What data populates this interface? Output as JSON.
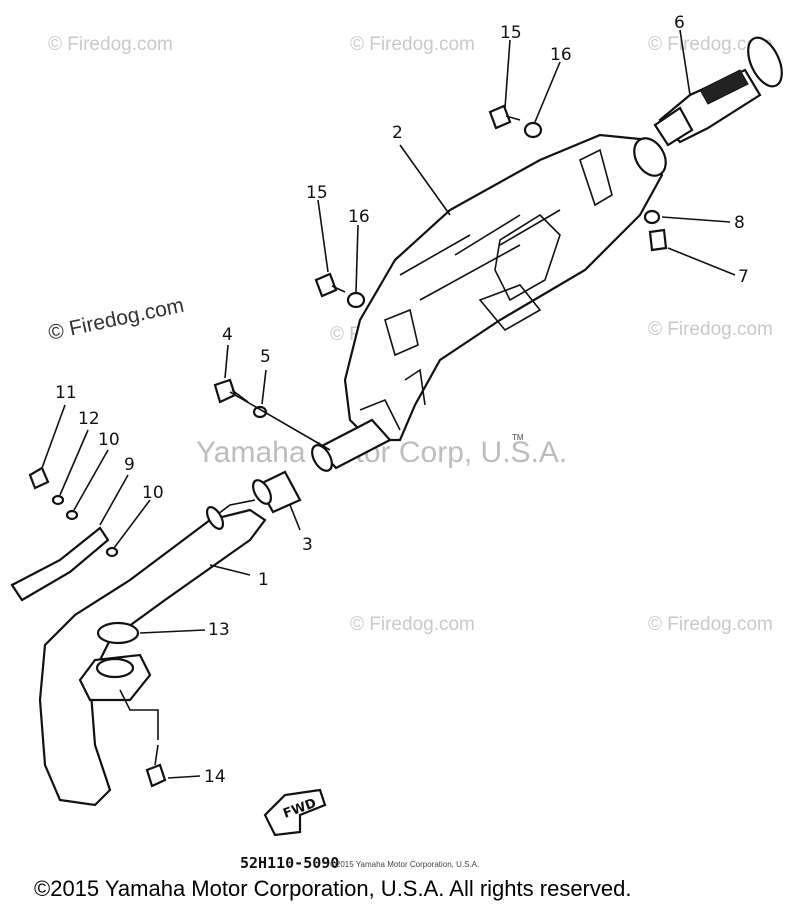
{
  "watermarks": {
    "brand": "© Firedog.com",
    "center": "Yamaha Motor Corp, U.S.A.",
    "tm": "TM"
  },
  "callouts": [
    {
      "id": "1",
      "label": "1"
    },
    {
      "id": "2",
      "label": "2"
    },
    {
      "id": "3",
      "label": "3"
    },
    {
      "id": "4",
      "label": "4"
    },
    {
      "id": "5",
      "label": "5"
    },
    {
      "id": "6",
      "label": "6"
    },
    {
      "id": "7",
      "label": "7"
    },
    {
      "id": "8",
      "label": "8"
    },
    {
      "id": "9",
      "label": "9"
    },
    {
      "id": "10a",
      "label": "10"
    },
    {
      "id": "10b",
      "label": "10"
    },
    {
      "id": "11",
      "label": "11"
    },
    {
      "id": "12",
      "label": "12"
    },
    {
      "id": "13",
      "label": "13"
    },
    {
      "id": "14",
      "label": "14"
    },
    {
      "id": "15a",
      "label": "15"
    },
    {
      "id": "15b",
      "label": "15"
    },
    {
      "id": "16a",
      "label": "16"
    },
    {
      "id": "16b",
      "label": "16"
    }
  ],
  "fwd_label": "FWD",
  "diagram_code": "52H110-5090",
  "small_copyright": "©2015 Yamaha Motor Corporation, U.S.A.",
  "copyright": "©2015 Yamaha Motor Corporation, U.S.A. All rights reserved."
}
